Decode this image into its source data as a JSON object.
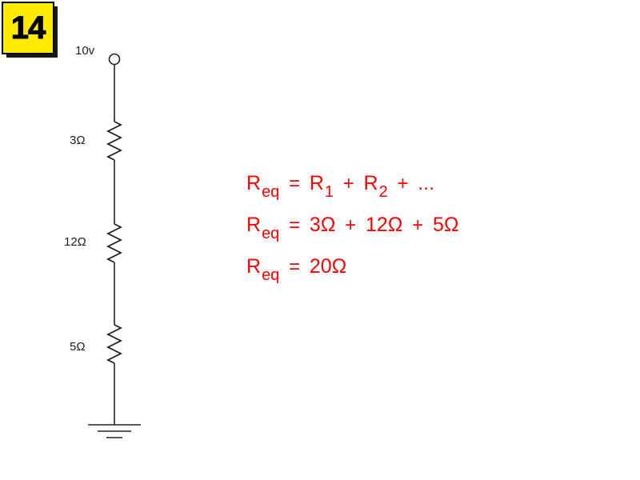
{
  "badge": {
    "number": "14"
  },
  "circuit": {
    "source_label": "10v",
    "resistors": [
      {
        "label": "3Ω"
      },
      {
        "label": "12Ω"
      },
      {
        "label": "5Ω"
      }
    ]
  },
  "equations": [
    {
      "lhs": "R",
      "lhs_sub": "eq",
      "eq": "=",
      "terms": [
        {
          "text": "R",
          "sub": "1"
        },
        {
          "op": "+"
        },
        {
          "text": "R",
          "sub": "2"
        },
        {
          "op": "+"
        },
        {
          "text": "..."
        }
      ]
    },
    {
      "lhs": "R",
      "lhs_sub": "eq",
      "eq": "=",
      "terms": [
        {
          "text": "3Ω"
        },
        {
          "op": "+"
        },
        {
          "text": "12Ω"
        },
        {
          "op": "+"
        },
        {
          "text": "5Ω"
        }
      ]
    },
    {
      "lhs": "R",
      "lhs_sub": "eq",
      "eq": "=",
      "terms": [
        {
          "text": "20Ω"
        }
      ]
    }
  ],
  "colors": {
    "badge_fill": "#ffea00",
    "equation_text": "#ff0000",
    "wire": "#222222"
  }
}
